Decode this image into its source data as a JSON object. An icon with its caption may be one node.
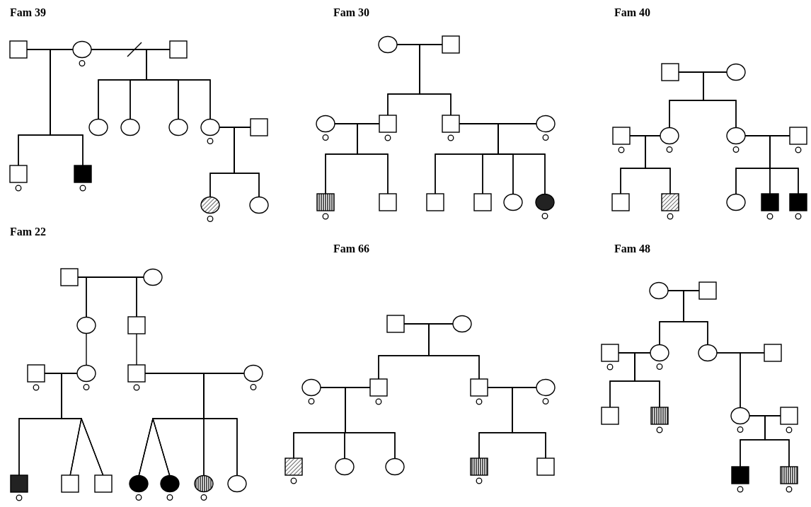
{
  "diagram": {
    "nodes": [
      {
        "text": [],
        "shape": "box"
      },
      {
        "text": [],
        "shape": "circle"
      },
      {
        "text": [],
        "shape": "box"
      },
      {
        "text": [],
        "shape": "circle"
      },
      {
        "text": [],
        "shape": "circle"
      },
      {
        "text": [],
        "shape": "circle"
      },
      {
        "text": [],
        "shape": "circle"
      },
      {
        "text": [],
        "shape": "box"
      },
      {
        "text": [],
        "shape": "box"
      },
      {
        "text": [],
        "shape": "box"
      },
      {
        "text": [],
        "shape": "circle"
      },
      {
        "text": [],
        "shape": "circle"
      },
      {
        "text": [],
        "shape": "circle"
      },
      {
        "text": [],
        "shape": "box"
      },
      {
        "text": [],
        "shape": "circle"
      },
      {
        "text": [],
        "shape": "box"
      },
      {
        "text": [],
        "shape": "box"
      },
      {
        "text": [],
        "shape": "circle"
      },
      {
        "text": [],
        "shape": "box"
      },
      {
        "text": [],
        "shape": "box"
      },
      {
        "text": [],
        "shape": "box"
      },
      {
        "text": [],
        "shape": "box"
      },
      {
        "text": [],
        "shape": "circle"
      },
      {
        "text": [],
        "shape": "circle"
      },
      {
        "text": [],
        "shape": "box"
      },
      {
        "text": [],
        "shape": "circle"
      },
      {
        "text": [],
        "shape": "box"
      },
      {
        "text": [],
        "shape": "circle"
      },
      {
        "text": [],
        "shape": "circle"
      },
      {
        "text": [],
        "shape": "box"
      },
      {
        "text": [],
        "shape": "box"
      },
      {
        "text": [],
        "shape": "box"
      },
      {
        "text": [],
        "shape": "circle"
      },
      {
        "text": [],
        "shape": "box"
      },
      {
        "text": [],
        "shape": "box"
      },
      {
        "text": [],
        "shape": "box"
      },
      {
        "text": [],
        "shape": "circle"
      },
      {
        "text": [],
        "shape": "circle"
      },
      {
        "text": [],
        "shape": "box"
      },
      {
        "text": [],
        "shape": "box"
      },
      {
        "text": [],
        "shape": "circle"
      },
      {
        "text": [],
        "shape": "box"
      },
      {
        "text": [],
        "shape": "circle"
      },
      {
        "text": [],
        "shape": "box"
      },
      {
        "text": [],
        "shape": "box"
      },
      {
        "text": [],
        "shape": "box"
      },
      {
        "text": [],
        "shape": "circle"
      },
      {
        "text": [],
        "shape": "circle"
      },
      {
        "text": [],
        "shape": "circle"
      },
      {
        "text": [],
        "shape": "circle"
      },
      {
        "text": [],
        "shape": "box"
      },
      {
        "text": [],
        "shape": "circle"
      },
      {
        "text": [],
        "shape": "circle"
      },
      {
        "text": [],
        "shape": "box"
      },
      {
        "text": [],
        "shape": "box"
      },
      {
        "text": [],
        "shape": "circle"
      },
      {
        "text": [],
        "shape": "box"
      },
      {
        "text": [],
        "shape": "circle"
      },
      {
        "text": [],
        "shape": "circle"
      },
      {
        "text": [],
        "shape": "box"
      },
      {
        "text": [],
        "shape": "box"
      },
      {
        "text": [],
        "shape": "circle"
      },
      {
        "text": [],
        "shape": "box"
      },
      {
        "text": [],
        "shape": "box"
      },
      {
        "text": [],
        "shape": "circle"
      },
      {
        "text": [],
        "shape": "circle"
      },
      {
        "text": [],
        "shape": "box"
      },
      {
        "text": [],
        "shape": "box"
      },
      {
        "text": [],
        "shape": "box"
      },
      {
        "text": [],
        "shape": "circle"
      },
      {
        "text": [],
        "shape": "box"
      },
      {
        "text": [],
        "shape": "box"
      },
      {
        "text": [],
        "shape": "box"
      }
    ],
    "edges": [
      {
        "from": 0,
        "to": 1,
        "arrow": "none"
      },
      {
        "from": 1,
        "to": 2,
        "arrow": "none"
      },
      {
        "from": 0,
        "to": 8,
        "arrow": "none"
      },
      {
        "from": 1,
        "to": 8,
        "arrow": "none"
      },
      {
        "from": 0,
        "to": 9,
        "arrow": "none"
      },
      {
        "from": 1,
        "to": 9,
        "arrow": "none"
      },
      {
        "from": 1,
        "to": 3,
        "arrow": "none"
      },
      {
        "from": 2,
        "to": 3,
        "arrow": "none"
      },
      {
        "from": 1,
        "to": 4,
        "arrow": "none"
      },
      {
        "from": 2,
        "to": 4,
        "arrow": "none"
      },
      {
        "from": 1,
        "to": 5,
        "arrow": "none"
      },
      {
        "from": 2,
        "to": 5,
        "arrow": "none"
      },
      {
        "from": 1,
        "to": 6,
        "arrow": "none"
      },
      {
        "from": 2,
        "to": 6,
        "arrow": "none"
      },
      {
        "from": 6,
        "to": 7,
        "arrow": "none"
      },
      {
        "from": 6,
        "to": 10,
        "arrow": "none"
      },
      {
        "from": 7,
        "to": 10,
        "arrow": "none"
      },
      {
        "from": 6,
        "to": 11,
        "arrow": "none"
      },
      {
        "from": 7,
        "to": 11,
        "arrow": "none"
      },
      {
        "from": 12,
        "to": 13,
        "arrow": "none"
      },
      {
        "from": 12,
        "to": 15,
        "arrow": "none"
      },
      {
        "from": 13,
        "to": 15,
        "arrow": "none"
      },
      {
        "from": 12,
        "to": 16,
        "arrow": "none"
      },
      {
        "from": 13,
        "to": 16,
        "arrow": "none"
      },
      {
        "from": 14,
        "to": 15,
        "arrow": "none"
      },
      {
        "from": 14,
        "to": 18,
        "arrow": "none"
      },
      {
        "from": 15,
        "to": 18,
        "arrow": "none"
      },
      {
        "from": 14,
        "to": 19,
        "arrow": "none"
      },
      {
        "from": 15,
        "to": 19,
        "arrow": "none"
      },
      {
        "from": 16,
        "to": 17,
        "arrow": "none"
      },
      {
        "from": 16,
        "to": 20,
        "arrow": "none"
      },
      {
        "from": 17,
        "to": 20,
        "arrow": "none"
      },
      {
        "from": 16,
        "to": 21,
        "arrow": "none"
      },
      {
        "from": 17,
        "to": 21,
        "arrow": "none"
      },
      {
        "from": 16,
        "to": 22,
        "arrow": "none"
      },
      {
        "from": 17,
        "to": 22,
        "arrow": "none"
      },
      {
        "from": 16,
        "to": 23,
        "arrow": "none"
      },
      {
        "from": 17,
        "to": 23,
        "arrow": "none"
      },
      {
        "from": 24,
        "to": 25,
        "arrow": "none"
      },
      {
        "from": 24,
        "to": 27,
        "arrow": "none"
      },
      {
        "from": 25,
        "to": 27,
        "arrow": "none"
      },
      {
        "from": 24,
        "to": 28,
        "arrow": "none"
      },
      {
        "from": 25,
        "to": 28,
        "arrow": "none"
      },
      {
        "from": 26,
        "to": 27,
        "arrow": "none"
      },
      {
        "from": 26,
        "to": 30,
        "arrow": "none"
      },
      {
        "from": 27,
        "to": 30,
        "arrow": "none"
      },
      {
        "from": 26,
        "to": 31,
        "arrow": "none"
      },
      {
        "from": 27,
        "to": 31,
        "arrow": "none"
      },
      {
        "from": 28,
        "to": 29,
        "arrow": "none"
      },
      {
        "from": 28,
        "to": 32,
        "arrow": "none"
      },
      {
        "from": 29,
        "to": 32,
        "arrow": "none"
      },
      {
        "from": 28,
        "to": 33,
        "arrow": "none"
      },
      {
        "from": 29,
        "to": 33,
        "arrow": "none"
      },
      {
        "from": 28,
        "to": 34,
        "arrow": "none"
      },
      {
        "from": 29,
        "to": 34,
        "arrow": "none"
      },
      {
        "from": 35,
        "to": 36,
        "arrow": "none"
      },
      {
        "from": 35,
        "to": 37,
        "arrow": "none"
      },
      {
        "from": 36,
        "to": 37,
        "arrow": "none"
      },
      {
        "from": 35,
        "to": 38,
        "arrow": "none"
      },
      {
        "from": 36,
        "to": 38,
        "arrow": "none"
      },
      {
        "from": 37,
        "to": 40,
        "arrow": "none"
      },
      {
        "from": 38,
        "to": 41,
        "arrow": "none"
      },
      {
        "from": 39,
        "to": 40,
        "arrow": "none"
      },
      {
        "from": 39,
        "to": 43,
        "arrow": "none"
      },
      {
        "from": 40,
        "to": 43,
        "arrow": "none"
      },
      {
        "from": 39,
        "to": 44,
        "arrow": "none"
      },
      {
        "from": 40,
        "to": 44,
        "arrow": "none"
      },
      {
        "from": 39,
        "to": 45,
        "arrow": "none"
      },
      {
        "from": 40,
        "to": 45,
        "arrow": "none"
      },
      {
        "from": 41,
        "to": 42,
        "arrow": "none"
      },
      {
        "from": 41,
        "to": 46,
        "arrow": "none"
      },
      {
        "from": 42,
        "to": 46,
        "arrow": "none"
      },
      {
        "from": 41,
        "to": 47,
        "arrow": "none"
      },
      {
        "from": 42,
        "to": 47,
        "arrow": "none"
      },
      {
        "from": 41,
        "to": 48,
        "arrow": "none"
      },
      {
        "from": 42,
        "to": 48,
        "arrow": "none"
      },
      {
        "from": 41,
        "to": 49,
        "arrow": "none"
      },
      {
        "from": 42,
        "to": 49,
        "arrow": "none"
      },
      {
        "from": 50,
        "to": 51,
        "arrow": "none"
      },
      {
        "from": 50,
        "to": 53,
        "arrow": "none"
      },
      {
        "from": 51,
        "to": 53,
        "arrow": "none"
      },
      {
        "from": 50,
        "to": 54,
        "arrow": "none"
      },
      {
        "from": 51,
        "to": 54,
        "arrow": "none"
      },
      {
        "from": 52,
        "to": 53,
        "arrow": "none"
      },
      {
        "from": 52,
        "to": 56,
        "arrow": "none"
      },
      {
        "from": 53,
        "to": 56,
        "arrow": "none"
      },
      {
        "from": 52,
        "to": 57,
        "arrow": "none"
      },
      {
        "from": 53,
        "to": 57,
        "arrow": "none"
      },
      {
        "from": 52,
        "to": 58,
        "arrow": "none"
      },
      {
        "from": 53,
        "to": 58,
        "arrow": "none"
      },
      {
        "from": 54,
        "to": 55,
        "arrow": "none"
      },
      {
        "from": 54,
        "to": 59,
        "arrow": "none"
      },
      {
        "from": 55,
        "to": 59,
        "arrow": "none"
      },
      {
        "from": 54,
        "to": 60,
        "arrow": "none"
      },
      {
        "from": 55,
        "to": 60,
        "arrow": "none"
      },
      {
        "from": 61,
        "to": 62,
        "arrow": "none"
      },
      {
        "from": 61,
        "to": 64,
        "arrow": "none"
      },
      {
        "from": 62,
        "to": 64,
        "arrow": "none"
      },
      {
        "from": 61,
        "to": 65,
        "arrow": "none"
      },
      {
        "from": 62,
        "to": 65,
        "arrow": "none"
      },
      {
        "from": 63,
        "to": 64,
        "arrow": "none"
      },
      {
        "from": 63,
        "to": 67,
        "arrow": "none"
      },
      {
        "from": 64,
        "to": 67,
        "arrow": "none"
      },
      {
        "from": 63,
        "to": 68,
        "arrow": "none"
      },
      {
        "from": 64,
        "to": 68,
        "arrow": "none"
      },
      {
        "from": 65,
        "to": 66,
        "arrow": "none"
      },
      {
        "from": 65,
        "to": 69,
        "arrow": "none"
      },
      {
        "from": 66,
        "to": 69,
        "arrow": "none"
      },
      {
        "from": 69,
        "to": 70,
        "arrow": "none"
      },
      {
        "from": 69,
        "to": 71,
        "arrow": "none"
      },
      {
        "from": 70,
        "to": 71,
        "arrow": "none"
      },
      {
        "from": 69,
        "to": 72,
        "arrow": "none"
      },
      {
        "from": 70,
        "to": 72,
        "arrow": "none"
      }
    ],
    "labels": [
      "Fam 39",
      "Fam 30",
      "Fam 40",
      "Fam 22",
      "Fam 66",
      "Fam 48"
    ]
  }
}
